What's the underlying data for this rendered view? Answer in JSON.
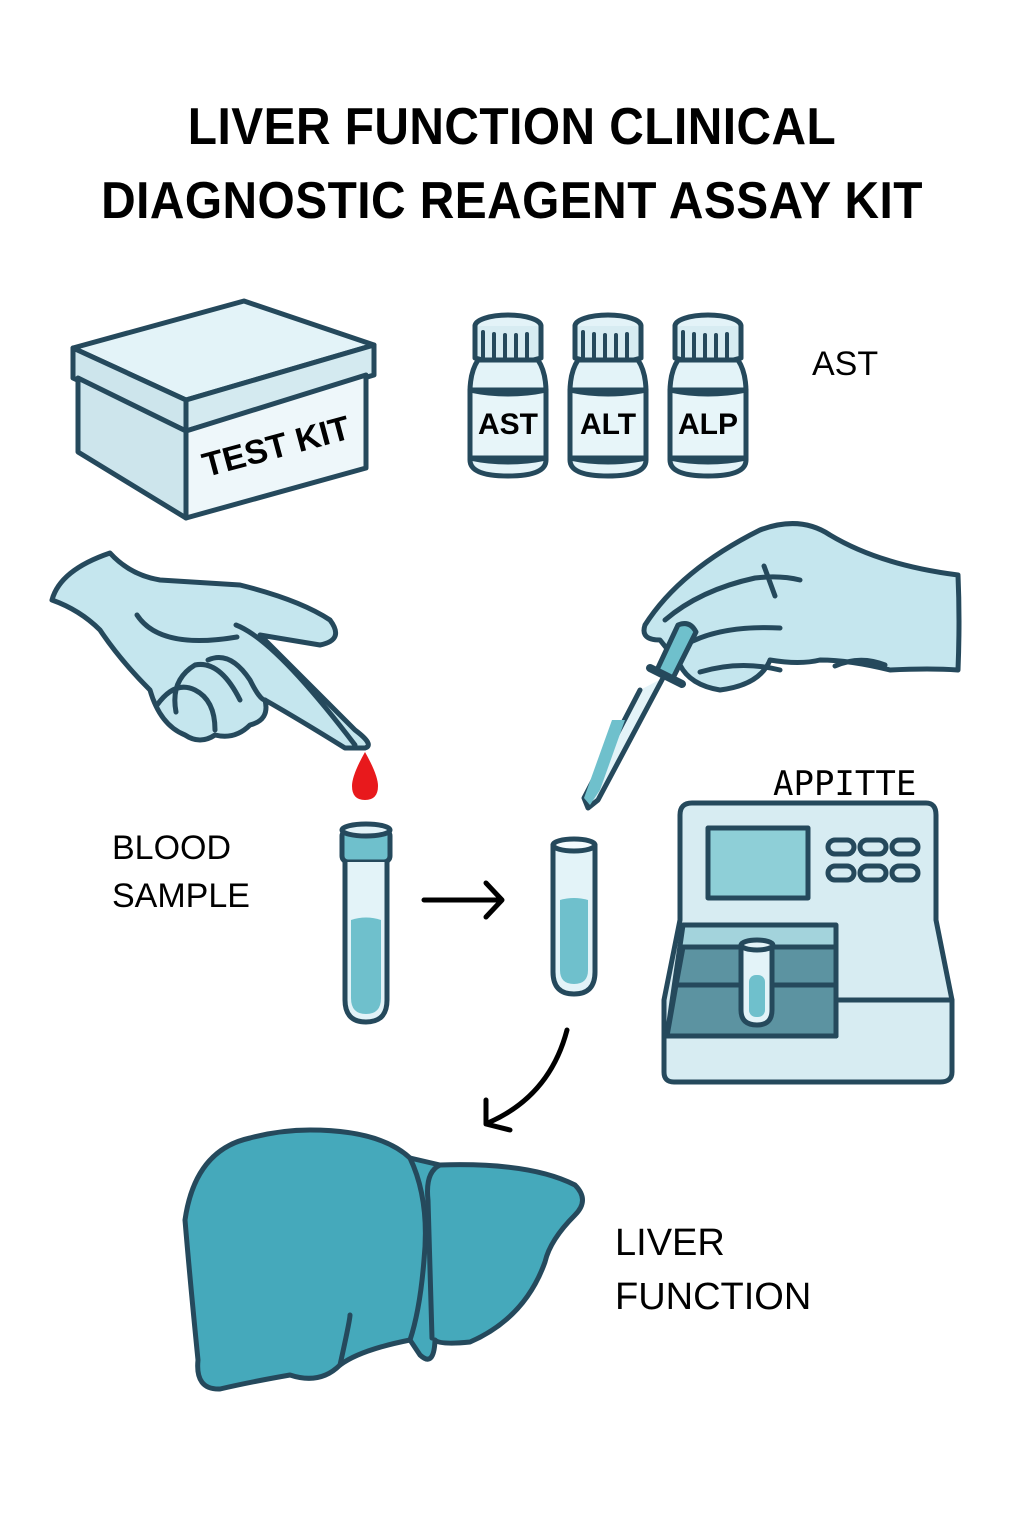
{
  "title": {
    "line1": "LIVER FUNCTION CLINICAL",
    "line2": "DIAGNOSTIC REAGENT ASSAY KIT"
  },
  "test_kit_box": {
    "label": "TEST KIT"
  },
  "reagent_vials": [
    {
      "label": "AST"
    },
    {
      "label": "ALT"
    },
    {
      "label": "ALP"
    }
  ],
  "labels": {
    "vials_caption": "AST",
    "pipette_caption": "APPITTE",
    "blood_sample_line1": "BLOOD",
    "blood_sample_line2": "SAMPLE",
    "liver_line1": "LIVER",
    "liver_line2": "FUNCTION"
  },
  "colors": {
    "outline": "#25495c",
    "glove": "#c5e6ee",
    "light_fill": "#e3f3f8",
    "box_side": "#cde5ec",
    "liquid": "#6fc0cc",
    "liver": "#45a9bb",
    "analyzer_dark": "#5c93a1",
    "blood": "#e8191c",
    "arrow": "#000000"
  },
  "icons": {
    "box": "box-icon",
    "vial": "vial-icon",
    "hand": "hand-icon",
    "blood_drop": "blood-drop-icon",
    "tube": "test-tube-icon",
    "pipette": "pipette-icon",
    "analyzer": "analyzer-icon",
    "liver": "liver-icon",
    "arrow": "arrow-icon"
  }
}
